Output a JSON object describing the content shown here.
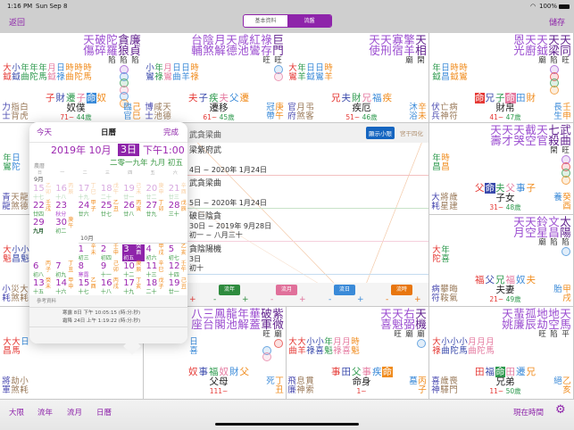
{
  "status": {
    "time": "1:16 PM",
    "date": "Sun Sep 8",
    "battery": "100%"
  },
  "nav": {
    "back": "返回",
    "seg_basic": "基本資料",
    "seg_flow": "流盤",
    "save": "儲存"
  },
  "colors": {
    "大": "#e53935",
    "小": "#3949ab",
    "年": "#2e9a4e",
    "月": "#e57aa0",
    "日": "#3a8ad8",
    "時": "#f08c1e",
    "accent": "#8e24aa"
  },
  "palaces": [
    {
      "stars": [
        {
          "n": "廉貞",
          "b": "陷",
          "major": true
        },
        {
          "n": "貪狼",
          "b": "陷",
          "major": true
        },
        {
          "n": "陀羅",
          "b": "陷"
        },
        {
          "n": "破碎",
          "b": ""
        },
        {
          "n": "天傷",
          "b": ""
        }
      ],
      "badges": [
        {
          "on": 1,
          "color": "#9c4dd0"
        },
        {
          "on": 1,
          "color": "#3a8ad8"
        },
        {
          "on": 1,
          "color": "#2e9a4e"
        },
        {
          "on": 1,
          "color": "#e57aa0"
        },
        {
          "on": 1,
          "color": "#3a8ad8"
        },
        {
          "on": 1,
          "color": "#f08c1e"
        }
      ],
      "minor": [
        "大鉞",
        "小鉞",
        "年曲",
        "年陀",
        "年馬",
        "月鉞",
        "日祿",
        "時曲",
        "時陀",
        "時馬"
      ],
      "tags": [
        "子",
        "財",
        "遷",
        "子",
        "命",
        "奴"
      ],
      "name": "奴僕",
      "age_start": "71~",
      "age": "44歲",
      "bl": [
        "力士",
        "指背",
        "白虎"
      ],
      "br": [
        "臨官",
        "己巳"
      ]
    },
    {
      "stars": [
        {
          "n": "巨門",
          "b": "旺",
          "major": true
        },
        {
          "n": "祿存",
          "b": "旺"
        },
        {
          "n": "紅鸞",
          "b": ""
        },
        {
          "n": "咸池",
          "b": ""
        },
        {
          "n": "天德",
          "b": ""
        },
        {
          "n": "月解",
          "b": ""
        },
        {
          "n": "陰煞",
          "b": ""
        },
        {
          "n": "台輔",
          "b": ""
        }
      ],
      "badges": [
        {
          "on": 0,
          "color": "#3a8ad8"
        },
        {
          "on": 0,
          "color": "#e57aa0"
        }
      ],
      "minor": [
        "小鸞",
        "年祿",
        "月鸞",
        "日曲",
        "日羊",
        "時祿"
      ],
      "tags": [
        "夫",
        "子",
        "疾",
        "夫",
        "父",
        "遷"
      ],
      "name": "遷移",
      "age_start": "61~",
      "age": "45歲",
      "bl": [
        "博士",
        "咸池",
        "天德"
      ],
      "br": [
        "冠帶",
        "庚午"
      ]
    },
    {
      "stars": [
        {
          "n": "天相",
          "b": "閑",
          "major": true
        },
        {
          "n": "擎羊",
          "b": "廟"
        },
        {
          "n": "寡宿",
          "b": ""
        },
        {
          "n": "天刑",
          "b": ""
        },
        {
          "n": "天使",
          "b": ""
        }
      ],
      "badges": [],
      "minor": [
        "大鸞",
        "年羊",
        "日鉞",
        "日鸞",
        "時羊"
      ],
      "tags": [
        "兄",
        "夫",
        "財",
        "兄",
        "福",
        "疾"
      ],
      "name": "疾厄",
      "age_start": "51~",
      "age": "46歲",
      "bl": [
        "官府",
        "月煞",
        "弔客"
      ],
      "br": [
        "沐浴",
        "辛未"
      ]
    },
    {
      "stars": [
        {
          "n": "天同",
          "b": "旺",
          "major": true
        },
        {
          "n": "天梁",
          "b": "陷",
          "major": true
        },
        {
          "n": "天鉞",
          "b": "廟"
        },
        {
          "n": "天廚",
          "b": ""
        },
        {
          "n": "恩光",
          "b": ""
        }
      ],
      "badges": [
        {
          "on": 1,
          "color": "#9c4dd0"
        },
        {
          "on": 1,
          "color": "#e53935"
        },
        {
          "on": 1,
          "color": "#2e9a4e"
        },
        {
          "on": 1,
          "color": "#f08c1e"
        }
      ],
      "minor": [
        "年鉞",
        "日昌",
        "時鉞",
        "時鸞"
      ],
      "tags": [
        "命",
        "兄",
        "子",
        "命",
        "田",
        "財"
      ],
      "name": "財帛",
      "age_start": "41~",
      "age": "47歲",
      "bl": [
        "伏兵",
        "亡神",
        "病符"
      ],
      "br": [
        "長生",
        "壬申"
      ]
    },
    {
      "stars": [
        {
          "n": "武曲",
          "b": "旺",
          "major": true
        },
        {
          "n": "七殺",
          "b": "閑",
          "major": true
        },
        {
          "n": "天官",
          "b": ""
        },
        {
          "n": "截空",
          "b": ""
        },
        {
          "n": "天哭",
          "b": ""
        },
        {
          "n": "天才",
          "b": ""
        },
        {
          "n": "天壽",
          "b": ""
        }
      ],
      "badges": [
        {
          "on": 0,
          "color": "#9c4dd0"
        },
        {
          "on": 0,
          "color": "#e53935"
        },
        {
          "on": 0,
          "color": "#2e9a4e"
        },
        {
          "on": 0,
          "color": "#f08c1e"
        }
      ],
      "minor": [
        "年昌",
        "時昌"
      ],
      "tags": [
        "父",
        "命",
        "夫",
        "父",
        "事",
        "子"
      ],
      "name": "子女",
      "age_start": "31~",
      "age": "48歲",
      "bl": [
        "大耗",
        "將星",
        "歲建"
      ],
      "br": [
        "養",
        "癸酉"
      ]
    },
    {
      "stars": [
        {
          "n": "太陽",
          "b": "陷",
          "major": true
        },
        {
          "n": "文昌",
          "b": "陷"
        },
        {
          "n": "鈴星",
          "b": "廟"
        },
        {
          "n": "天空",
          "b": ""
        },
        {
          "n": "天月",
          "b": ""
        }
      ],
      "badges": [
        {
          "on": 0,
          "color": "#3a8ad8"
        }
      ],
      "minor": [
        "大陀",
        "年喜"
      ],
      "tags": [
        "福",
        "父",
        "兄",
        "福",
        "奴",
        "夫"
      ],
      "name": "夫妻",
      "age_start": "21~",
      "age": "49歲",
      "bl": [
        "病符",
        "攀鞍",
        "晦氣"
      ],
      "br": [
        "胎",
        "甲戌"
      ]
    },
    {
      "stars": [
        {
          "n": "天馬",
          "b": "平"
        },
        {
          "n": "地空",
          "b": "陷"
        },
        {
          "n": "地劫",
          "b": "旺"
        },
        {
          "n": "孤辰",
          "b": ""
        },
        {
          "n": "蜚廉",
          "b": ""
        },
        {
          "n": "天姚",
          "b": ""
        }
      ],
      "badges": [],
      "minor": [
        "大祿",
        "小曲",
        "小陀",
        "小馬",
        "月曲",
        "月陀",
        "月馬"
      ],
      "tags": [
        "田",
        "福",
        "命",
        "田",
        "遷",
        "兄"
      ],
      "name": "兄弟",
      "age_start": "11~",
      "age": "50歲",
      "bl": [
        "喜神",
        "歲驛",
        "喪門"
      ],
      "br": [
        "絕",
        "乙亥"
      ]
    },
    {
      "stars": [
        {
          "n": "天機",
          "b": "廟",
          "major": true
        },
        {
          "n": "右弼",
          "b": "廟"
        },
        {
          "n": "天魁",
          "b": "旺"
        },
        {
          "n": "天喜",
          "b": ""
        }
      ],
      "badges": [
        {
          "on": 0,
          "color": "#3a8ad8"
        }
      ],
      "minor": [
        "大曲",
        "大羊",
        "小祿",
        "小喜",
        "年魁",
        "月祿",
        "月喜",
        "時魁"
      ],
      "tags": [
        "事",
        "田",
        "父",
        "事",
        "疾",
        "命"
      ],
      "name": "命身",
      "age_start": "1~",
      "age": "",
      "bl": [
        "飛廉",
        "息神",
        "貫索"
      ],
      "br": [
        "墓",
        "丙子"
      ]
    },
    {
      "stars": [
        {
          "n": "紫微",
          "b": "廟",
          "major": true
        },
        {
          "n": "破軍",
          "b": "旺",
          "major": true
        },
        {
          "n": "華蓋",
          "b": ""
        },
        {
          "n": "年解",
          "b": ""
        },
        {
          "n": "龍池",
          "b": ""
        },
        {
          "n": "鳳閣",
          "b": ""
        },
        {
          "n": "三台",
          "b": ""
        },
        {
          "n": "八座",
          "b": ""
        }
      ],
      "badges": [
        {
          "on": 0,
          "color": "#e53935"
        },
        {
          "on": 1,
          "color": "#3a8ad8"
        },
        {
          "on": 1,
          "color": "#e57aa0"
        }
      ],
      "minor": [
        "日喜"
      ],
      "tags": [
        "奴",
        "事",
        "福",
        "奴",
        "財",
        "父"
      ],
      "name": "父母",
      "age_start": "111~",
      "age": "",
      "bl": [],
      "br": [
        "死",
        "丁丑"
      ]
    },
    {
      "stars": [],
      "badges": [],
      "minor": [
        "大昌",
        "大馬",
        "日"
      ],
      "tags": [],
      "name": "",
      "age_start": "",
      "age": "",
      "bl": [
        "將軍",
        "劫煞",
        "小耗"
      ],
      "br": []
    },
    {
      "stars": [],
      "badges": [],
      "minor": [
        "大魁",
        "小昌",
        "小魁"
      ],
      "tags": [],
      "name": "",
      "age_start": "",
      "age": "",
      "bl": [
        "小耗",
        "災煞",
        "大耗"
      ],
      "br": []
    },
    {
      "stars": [],
      "badges": [],
      "minor": [
        "年鸞",
        "日陀"
      ],
      "tags": [],
      "name": "",
      "age_start": "",
      "age": "",
      "bl": [
        "青龍",
        "天煞",
        "龍德"
      ],
      "br": []
    }
  ],
  "center": {
    "header": "武貪梁曲",
    "show_small": "顯示小限",
    "stem_hua": "宮干四化",
    "items": [
      {
        "title": "梁紫府武",
        "date": "4日 ~ 2020年 1月24日",
        "lunar": ""
      },
      {
        "title": "武貪梁曲",
        "date": "5日 ~ 2020年 1月24日",
        "lunar": ""
      },
      {
        "title": "破巨陰貪",
        "date": "30日 ~ 2019年 9月28日",
        "lunar": "初一 ~ 八月三十"
      },
      {
        "title": "貪陰陽機",
        "date": "3日",
        "lunar": "初十"
      }
    ],
    "flows": [
      {
        "label": "流年",
        "color": "#2e8b3e"
      },
      {
        "label": "流月",
        "color": "#e0709a"
      },
      {
        "label": "流日",
        "color": "#3a8ad8"
      },
      {
        "label": "流時",
        "color": "#e8760e"
      }
    ],
    "plus": "+",
    "minus": "-"
  },
  "calendar": {
    "today": "今天",
    "title": "日曆",
    "done": "完成",
    "year_month": "2019年  10月",
    "day": "3日",
    "time": "下午1:00",
    "lunar_label": "農曆",
    "lunar_date": "二零一九年 九月 初五",
    "weekdays": [
      "日",
      "一",
      "二",
      "三",
      "四",
      "五",
      "六"
    ],
    "sep_label": "9月",
    "oct_label": "10月",
    "sep": [
      {
        "d": "15",
        "gz": "乙卯",
        "lu": "十七"
      },
      {
        "d": "16",
        "gz": "丙辰",
        "lu": "十八"
      },
      {
        "d": "17",
        "gz": "丁巳",
        "lu": "十九"
      },
      {
        "d": "18",
        "gz": "戊午",
        "lu": "二十"
      },
      {
        "d": "19",
        "gz": "己未",
        "lu": "廿一"
      },
      {
        "d": "20",
        "gz": "庚申",
        "lu": "廿二"
      },
      {
        "d": "21",
        "gz": "辛酉",
        "lu": "廿三"
      },
      {
        "d": "22",
        "gz": "壬戌",
        "lu": "廿四"
      },
      {
        "d": "23",
        "gz": "",
        "lu": "秋分",
        "term": true
      },
      {
        "d": "24",
        "gz": "甲子",
        "lu": "廿六"
      },
      {
        "d": "25",
        "gz": "乙丑",
        "lu": "廿七"
      },
      {
        "d": "26",
        "gz": "丙寅",
        "lu": "廿八"
      },
      {
        "d": "27",
        "gz": "丁卯",
        "lu": "廿九"
      },
      {
        "d": "28",
        "gz": "戊辰",
        "lu": "三十"
      },
      {
        "d": "29",
        "gz": "",
        "lu": "九月",
        "month": true
      },
      {
        "d": "30",
        "gz": "庚午",
        "lu": "初二"
      }
    ],
    "oct_start_weekday": 2,
    "oct": [
      {
        "d": "1",
        "gz": "辛未",
        "lu": "初三"
      },
      {
        "d": "2",
        "gz": "壬申",
        "lu": "初四"
      },
      {
        "d": "3",
        "gz": "癸酉",
        "lu": "初五",
        "selected": true
      },
      {
        "d": "4",
        "gz": "甲戌",
        "lu": "初六"
      },
      {
        "d": "5",
        "gz": "乙亥",
        "lu": "初七"
      },
      {
        "d": "6",
        "gz": "丙子",
        "lu": "初八"
      },
      {
        "d": "7",
        "gz": "丁丑",
        "lu": "初九"
      },
      {
        "d": "8",
        "gz": "",
        "lu": "寒露",
        "term": true
      },
      {
        "d": "9",
        "gz": "己卯",
        "lu": "十一"
      },
      {
        "d": "10",
        "gz": "庚辰",
        "lu": "十二"
      },
      {
        "d": "11",
        "gz": "辛巳",
        "lu": "十三"
      },
      {
        "d": "12",
        "gz": "壬午",
        "lu": "十四"
      },
      {
        "d": "13",
        "gz": "癸未",
        "lu": "十五"
      },
      {
        "d": "14",
        "gz": "甲申",
        "lu": "十六"
      },
      {
        "d": "15",
        "gz": "乙酉",
        "lu": "十七"
      },
      {
        "d": "16",
        "gz": "丙戌",
        "lu": "十八"
      },
      {
        "d": "17",
        "gz": "丁亥",
        "lu": "十九"
      },
      {
        "d": "18",
        "gz": "戊子",
        "lu": "二十"
      },
      {
        "d": "19",
        "gz": "己丑",
        "lu": "廿一"
      }
    ],
    "ref_label": "參考資料",
    "ref": [
      "寒露  8日 下午 10:05:15 (時:分:秒)",
      "霜降  24日 上午 1:19:22 (時:分:秒)"
    ]
  },
  "tabs": {
    "daxian": "大限",
    "liunian": "流年",
    "liuyue": "流月",
    "rili": "日曆",
    "now": "現在時間"
  }
}
